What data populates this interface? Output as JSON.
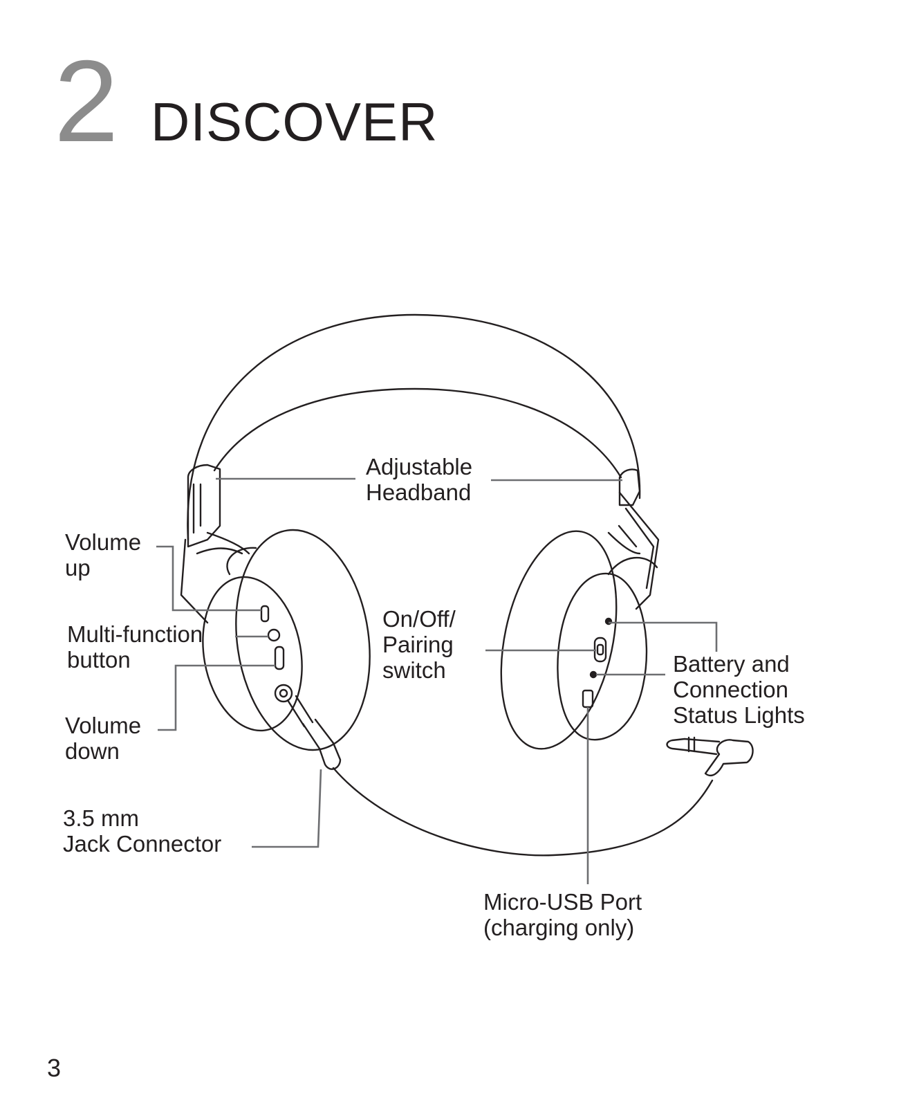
{
  "header": {
    "number": "2",
    "title": "DISCOVER"
  },
  "labels": {
    "headband": [
      "Adjustable",
      "Headband"
    ],
    "volume_up": [
      "Volume",
      "up"
    ],
    "multifunction": [
      "Multi-function",
      "button"
    ],
    "volume_down": [
      "Volume",
      "down"
    ],
    "jack": [
      "3.5 mm",
      "Jack Connector"
    ],
    "pairing": [
      "On/Off/",
      "Pairing",
      "switch"
    ],
    "status": [
      "Battery and",
      "Connection",
      "Status Lights"
    ],
    "usb": [
      "Micro-USB Port",
      "(charging only)"
    ]
  },
  "footer": {
    "page_number": "3"
  },
  "colors": {
    "line": "#231f20",
    "leader": "#6d6e71",
    "number": "#8c8c8c"
  }
}
